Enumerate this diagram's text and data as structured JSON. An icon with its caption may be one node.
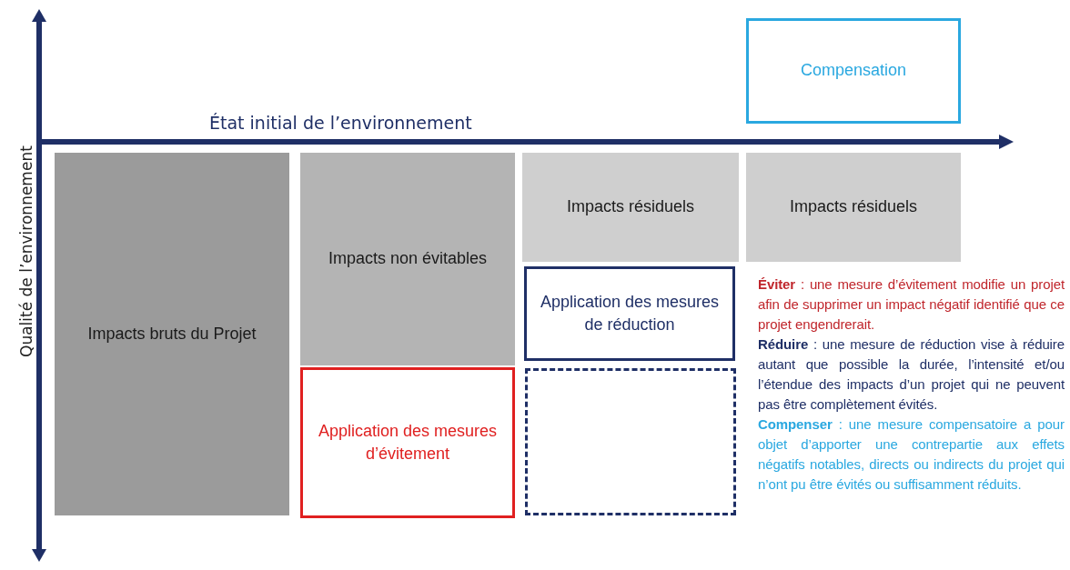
{
  "diagram": {
    "nodes": [
      {
        "text": [
          "Impacts bruts du Projet"
        ]
      },
      {
        "text": [
          "Impacts non évitables"
        ]
      },
      {
        "text": [
          "Application des mesures d’évitement"
        ]
      },
      {
        "text": [
          "Impacts résiduels"
        ]
      },
      {
        "text": [
          "Application des mesures de réduction"
        ]
      },
      {
        "text": [],
        "shape": "box"
      },
      {
        "text": [
          "Impacts résiduels"
        ]
      },
      {
        "text": [
          "Compensation"
        ]
      }
    ],
    "labels": [
      "État initial de l’environnement",
      "Qualité de l’environnement",
      "**Éviter** : une mesure d’évitement modifie un projet afin de supprimer un impact négatif identifié que ce projet engendrerait.",
      "**Réduire** : une mesure de réduction vise à réduire autant que possible la durée, l’intensité et/ou l’étendue des impacts d’un projet qui ne peuvent pas être complètement évités.",
      "**Compenser** : une mesure compensatoire a pour objet d’apporter une contrepartie aux effets négatifs notables, directs ou indirects du projet qui n’ont pu être évités ou suffisamment réduits."
    ]
  }
}
